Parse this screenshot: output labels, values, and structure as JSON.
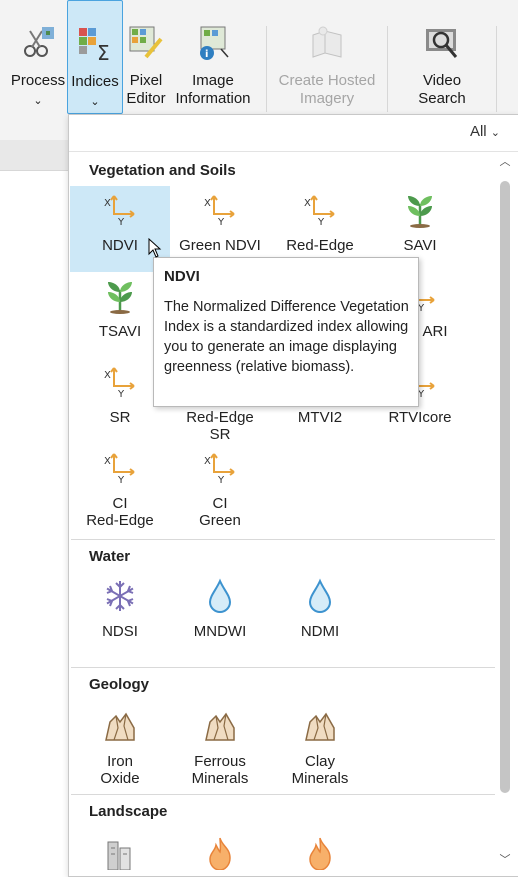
{
  "ribbon": {
    "process": "Process",
    "indices": "Indices",
    "pixel_editor_1": "Pixel",
    "pixel_editor_2": "Editor",
    "image_info_1": "Image",
    "image_info_2": "Information",
    "create_hosted_1": "Create Hosted",
    "create_hosted_2": "Imagery",
    "video_search_1": "Video",
    "video_search_2": "Search"
  },
  "filter": {
    "label": "All"
  },
  "sections": {
    "vegetation": "Vegetation and Soils",
    "water": "Water",
    "geology": "Geology",
    "landscape": "Landscape"
  },
  "vegetation_items": {
    "ndvi": "NDVI",
    "green_ndvi": "Green NDVI",
    "rededge_ndvi": "Red-Edge NDVI",
    "savi": "SAVI",
    "tsavi": "TSAVI",
    "vari_partial": "ARI",
    "sr": "SR",
    "rededge_sr_1": "Red-Edge",
    "rededge_sr_2": "SR",
    "mtvi2": "MTVI2",
    "rtvicore": "RTVIcore",
    "ci_rededge_1": "CI",
    "ci_rededge_2": "Red-Edge",
    "ci_green_1": "CI",
    "ci_green_2": "Green"
  },
  "water_items": {
    "ndsi": "NDSI",
    "mndwi": "MNDWI",
    "ndmi": "NDMI"
  },
  "geology_items": {
    "iron_1": "Iron",
    "iron_2": "Oxide",
    "ferrous_1": "Ferrous",
    "ferrous_2": "Minerals",
    "clay_1": "Clay",
    "clay_2": "Minerals"
  },
  "tooltip": {
    "title": "NDVI",
    "body": "The Normalized Difference Vegetation Index is a standardized index allowing you to generate an image displaying greenness (relative biomass)."
  },
  "colors": {
    "selected_bg": "#cde8f7",
    "selected_border": "#4aa3df",
    "axis_orange": "#e8a23a",
    "plant_green": "#4c9a4c",
    "water_blue": "#3d93cf",
    "snow_purple": "#7a6fb5",
    "rock_tan": "#e7c9a4",
    "fire_orange": "#e8843a"
  }
}
